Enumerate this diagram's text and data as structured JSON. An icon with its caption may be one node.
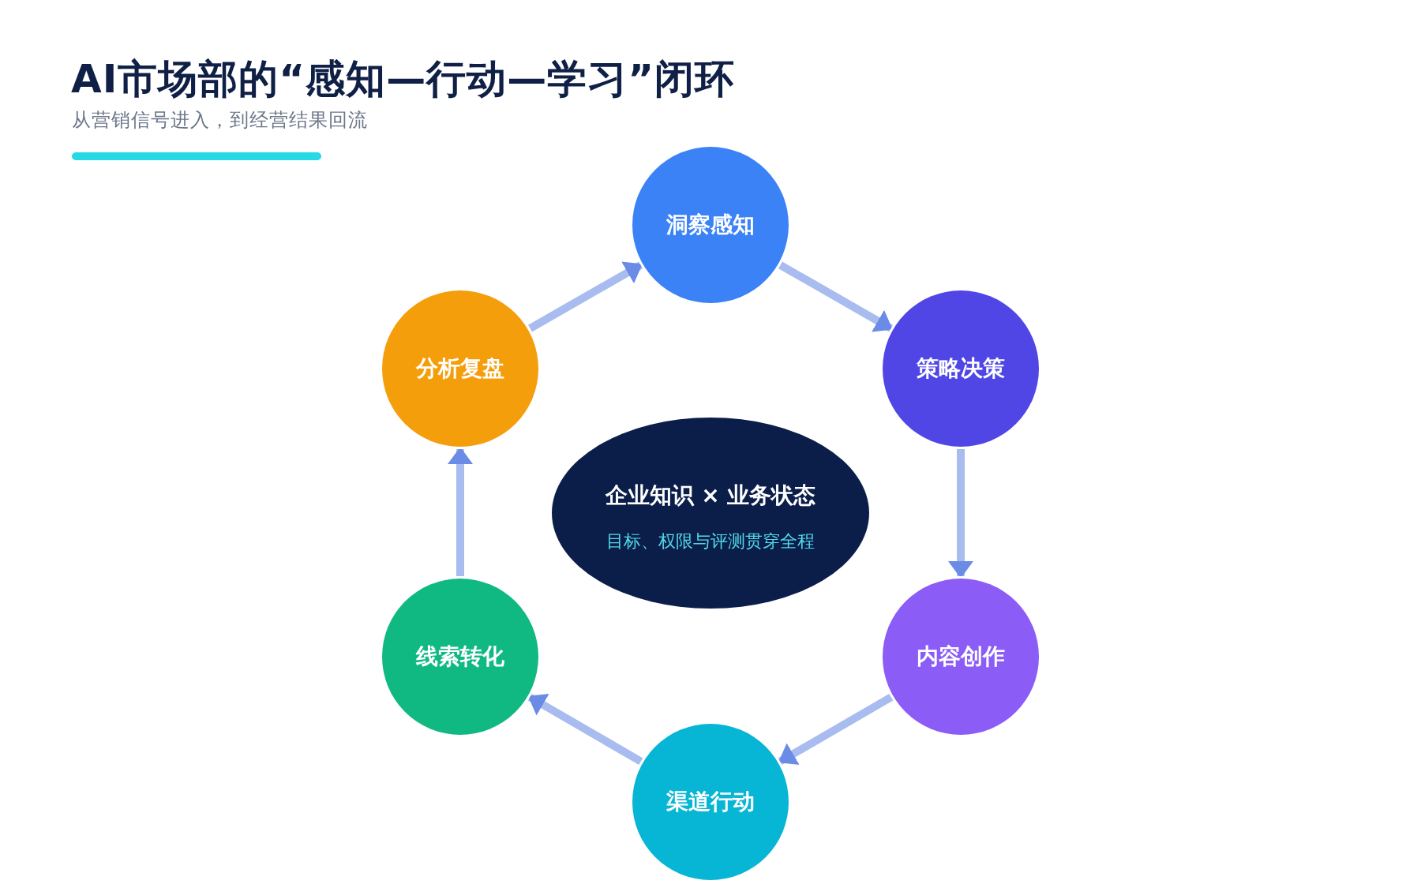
{
  "diagram": {
    "title": "AI市场部的“感知—行动—学习”闭环",
    "nodes": [
      {
        "text": [
          "洞察感知"
        ]
      },
      {
        "text": [
          "策略决策"
        ]
      },
      {
        "text": [
          "内容创作"
        ]
      },
      {
        "text": [
          "渠道行动"
        ]
      },
      {
        "text": [
          "线索转化"
        ]
      },
      {
        "text": [
          "分析复盘"
        ]
      },
      {
        "text": [
          "企业知识 × 业务状态",
          "目标、权限与评测贯穿全程"
        ]
      }
    ],
    "edges": [
      {
        "from": 5,
        "to": 0,
        "arrow": "to"
      },
      {
        "from": 0,
        "to": 1,
        "arrow": "to"
      },
      {
        "from": 1,
        "to": 2,
        "arrow": "to"
      },
      {
        "from": 2,
        "to": 3,
        "arrow": "to"
      },
      {
        "from": 3,
        "to": 4,
        "arrow": "to"
      },
      {
        "from": 4,
        "to": 5,
        "arrow": "to"
      }
    ],
    "labels": [
      "从营销信号进入，到经营结果回流"
    ]
  }
}
